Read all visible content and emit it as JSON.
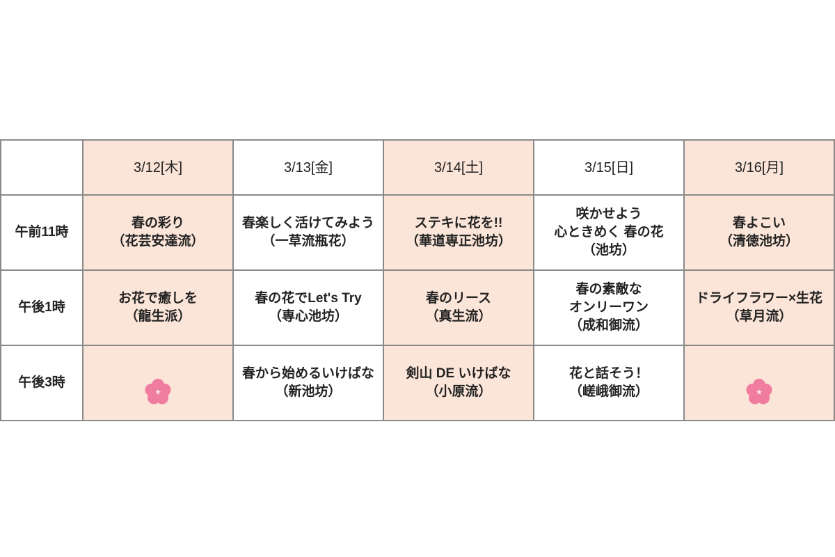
{
  "header": {
    "corner": "",
    "days": [
      "3/12[木]",
      "3/13[金]",
      "3/14[土]",
      "3/15[日]",
      "3/16[月]"
    ]
  },
  "rows": [
    {
      "time": "午前11時",
      "cells": [
        "春の彩り\n（花芸安達流）",
        "春楽しく活けてみよう\n（一草流瓶花）",
        "ステキに花を!!\n（華道専正池坊）",
        "咲かせよう\n心ときめく 春の花\n（池坊）",
        "春よこい\n（清徳池坊）"
      ]
    },
    {
      "time": "午後1時",
      "cells": [
        "お花で癒しを\n（龍生派）",
        "春の花でLet's Try\n（専心池坊）",
        "春のリース\n（真生流）",
        "春の素敵な\nオンリーワン\n（成和御流）",
        "ドライフラワー×生花\n（草月流）"
      ]
    },
    {
      "time": "午後3時",
      "cells": [
        null,
        "春から始めるいけばな\n（新池坊）",
        "剣山 DE いけばな\n（小原流）",
        "花と話そう！\n（嵯峨御流）",
        null
      ]
    }
  ],
  "icons": {
    "empty_slot": "plum-blossom-icon"
  },
  "colors": {
    "highlight": "#fbe4d8",
    "border": "#8a8a8a",
    "flower": "#f07ca0"
  }
}
